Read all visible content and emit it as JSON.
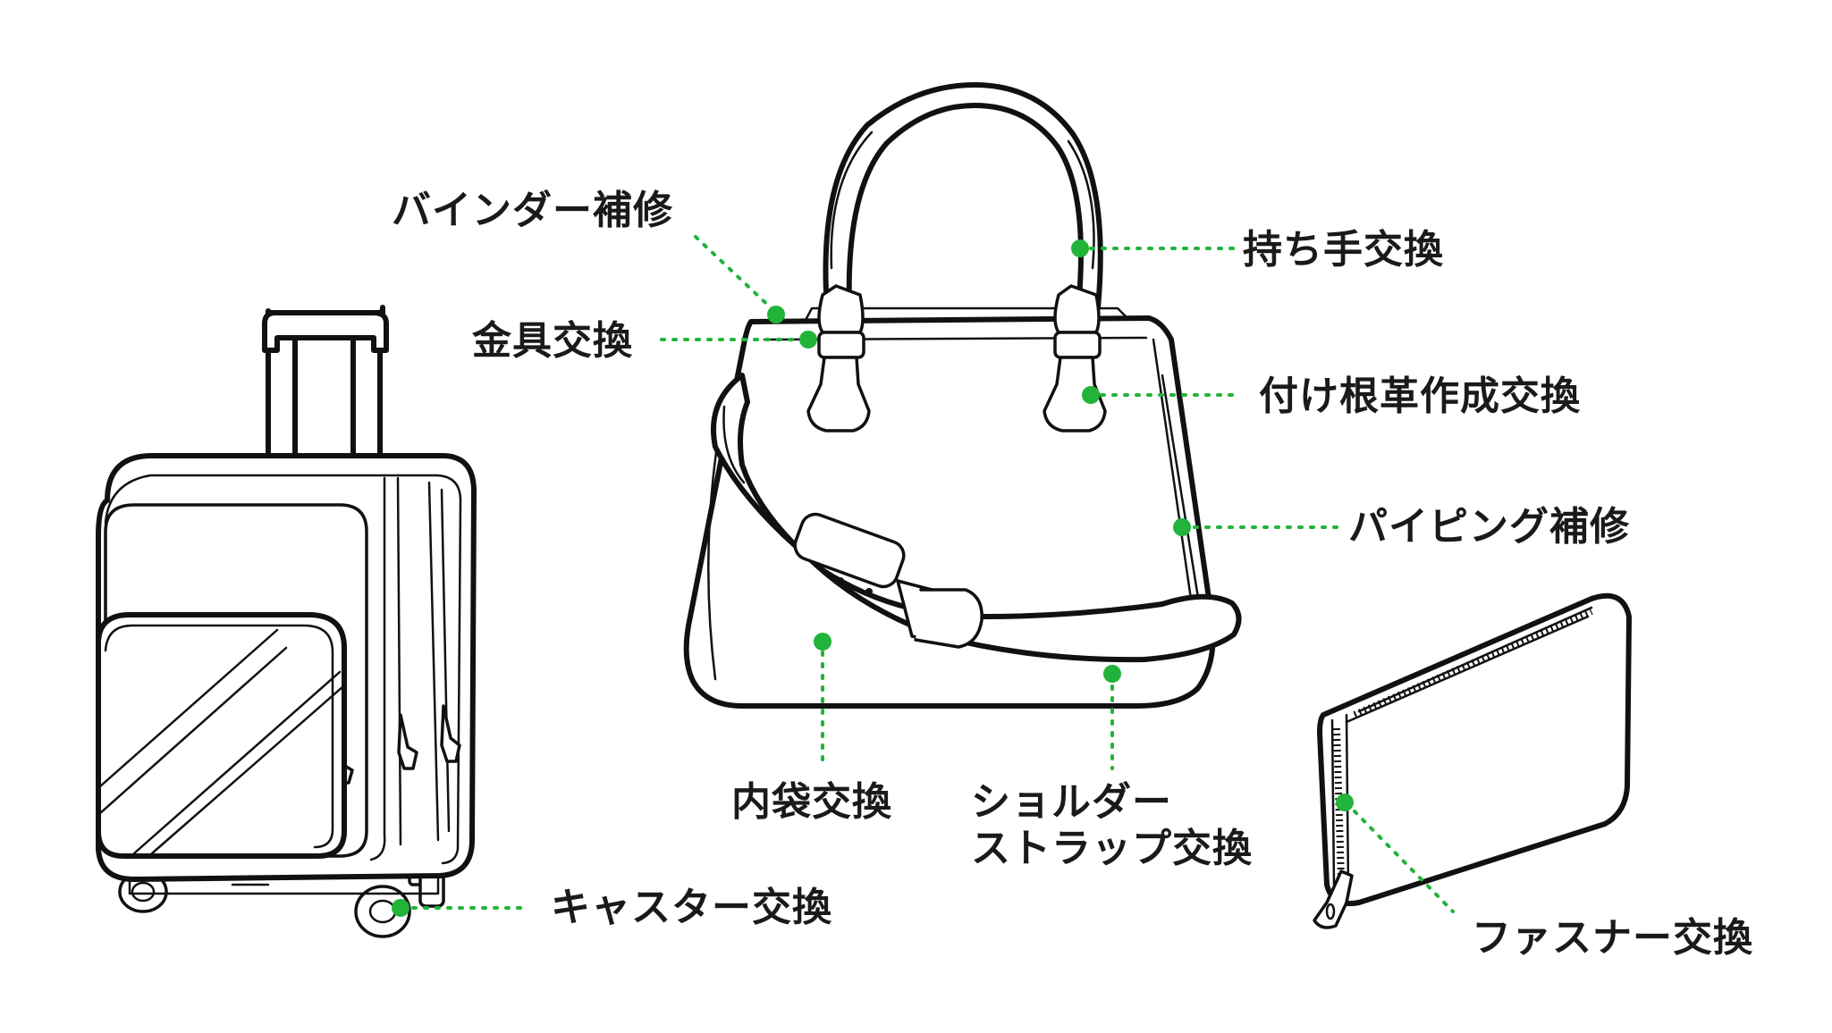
{
  "accent_color": "#22b33a",
  "labels": {
    "binder": "バインダー補修",
    "hardware": "金具交換",
    "handle": "持ち手交換",
    "tab_leather": "付け根革作成交換",
    "piping": "パイピング補修",
    "lining": "内袋交換",
    "shoulder_line1": "ショルダー",
    "shoulder_line2": "ストラップ交換",
    "caster": "キャスター交換",
    "zipper": "ファスナー交換"
  },
  "items": [
    "suitcase",
    "handbag",
    "wallet"
  ]
}
